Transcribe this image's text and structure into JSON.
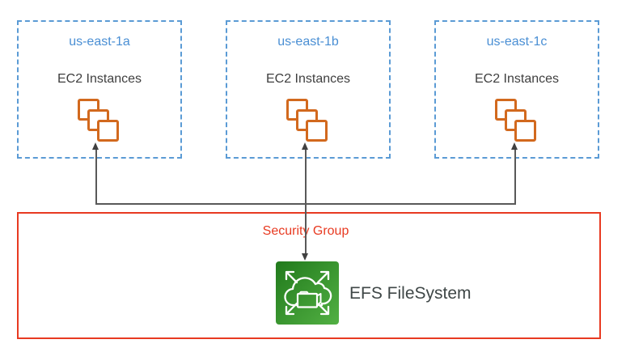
{
  "zones": [
    {
      "region": "us-east-1a",
      "service": "EC2 Instances"
    },
    {
      "region": "us-east-1b",
      "service": "EC2 Instances"
    },
    {
      "region": "us-east-1c",
      "service": "EC2 Instances"
    }
  ],
  "security_group": {
    "label": "Security Group"
  },
  "efs": {
    "label": "EFS FileSystem"
  },
  "icons": {
    "ec2": "stacked-squares",
    "efs": "cloud-folder-expand-arrows"
  },
  "colors": {
    "zone_border_blue": "#5B9BD5",
    "zone_title_blue": "#4A8FD4",
    "body_text_gray": "#3F3F3F",
    "ec2_icon_orange": "#D2691E",
    "connector_gray": "#595959",
    "arrowhead_gray": "#404040",
    "security_group_red": "#E83A21",
    "efs_green_dark": "#217A1C",
    "efs_green_light": "#52B043",
    "efs_label_gray": "#3F4747"
  }
}
